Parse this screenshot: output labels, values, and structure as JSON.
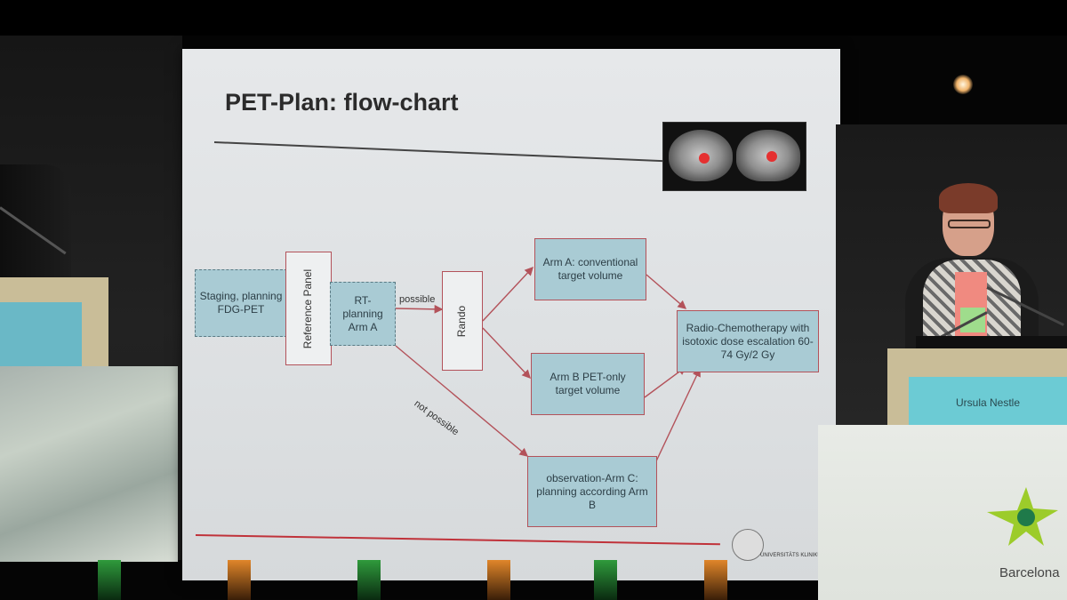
{
  "slide": {
    "title": "PET-Plan: flow-chart",
    "boxes": {
      "staging": "Staging, planning FDG-PET",
      "reference_panel": "Reference Panel",
      "rt_planning": "RT-planning Arm A",
      "rando": "Rando",
      "arm_a": "Arm A: conventional target volume",
      "arm_b": "Arm B PET-only target volume",
      "arm_c": "observation-Arm C: planning according Arm B",
      "radio_chemo": "Radio-Chemotherapy with isotoxic dose escalation 60-74 Gy/2 Gy"
    },
    "labels": {
      "possible": "possible",
      "not_possible": "not possible"
    }
  },
  "podium": {
    "speaker_name": "Ursula Nestle"
  },
  "conference": {
    "city": "Barcelona"
  },
  "colors": {
    "box_fill": "#a9cbd4",
    "arrow": "#b3525a",
    "accent_rule": "#c0323a",
    "logo_green": "#9ccc2a"
  }
}
